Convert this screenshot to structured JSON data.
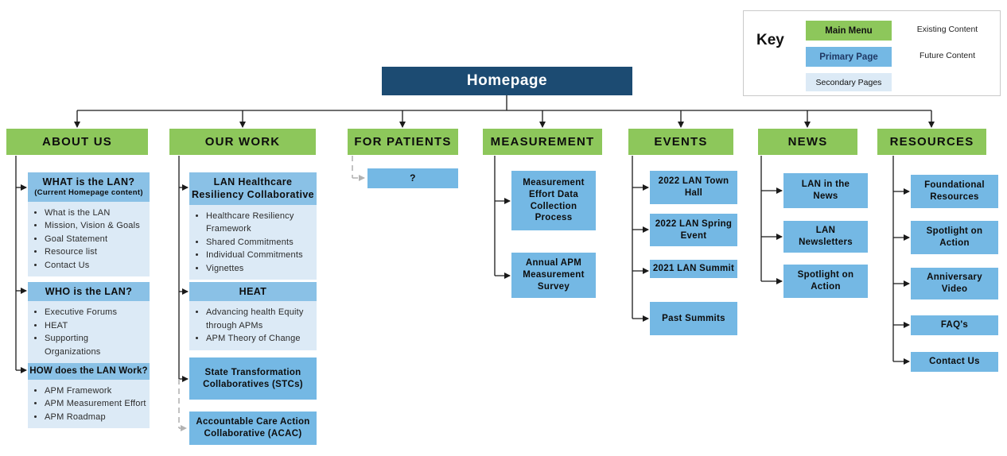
{
  "homepage": {
    "label": "Homepage"
  },
  "key": {
    "title": "Key",
    "swatches": [
      {
        "label": "Main Menu"
      },
      {
        "label": "Primary Page"
      },
      {
        "label": "Secondary Pages"
      }
    ],
    "legend": [
      {
        "label": "Existing Content"
      },
      {
        "label": "Future Content"
      }
    ]
  },
  "columns": [
    {
      "label": "ABOUT US",
      "sections": [
        {
          "title": "WHAT is the LAN?",
          "subtitle": "(Current Homepage content)",
          "bullets": [
            "What is the LAN",
            "Mission, Vision & Goals",
            "Goal Statement",
            "Resource list",
            "Contact Us"
          ]
        },
        {
          "title": "WHO is the LAN?",
          "bullets": [
            "Executive Forums",
            "HEAT",
            "Supporting Organizations"
          ]
        },
        {
          "title": "HOW does the LAN Work?",
          "bullets": [
            "APM Framework",
            "APM Measurement  Effort",
            "APM Roadmap"
          ]
        }
      ]
    },
    {
      "label": "OUR WORK",
      "sections": [
        {
          "title": "LAN Healthcare Resiliency Collaborative",
          "bullets": [
            "Healthcare Resiliency Framework",
            "Shared Commitments",
            "Individual Commitments",
            "Vignettes"
          ]
        },
        {
          "title": "HEAT",
          "bullets": [
            "Advancing health Equity through APMs",
            "APM Theory of Change"
          ]
        }
      ],
      "pages": [
        {
          "label": "State Transformation Collaboratives (STCs)"
        },
        {
          "label": "Accountable Care Action Collaborative (ACAC)"
        }
      ]
    },
    {
      "label": "FOR PATIENTS",
      "pages": [
        {
          "label": "?"
        }
      ]
    },
    {
      "label": "MEASUREMENT",
      "pages": [
        {
          "label": "Measurement Effort  Data Collection Process"
        },
        {
          "label": "Annual APM Measurement Survey"
        }
      ]
    },
    {
      "label": "EVENTS",
      "pages": [
        {
          "label": "2022 LAN Town Hall"
        },
        {
          "label": "2022 LAN Spring Event"
        },
        {
          "label": "2021 LAN Summit"
        },
        {
          "label": "Past Summits"
        }
      ]
    },
    {
      "label": "NEWS",
      "pages": [
        {
          "label": "LAN in the News"
        },
        {
          "label": "LAN Newsletters"
        },
        {
          "label": "Spotlight on Action"
        }
      ]
    },
    {
      "label": "RESOURCES",
      "pages": [
        {
          "label": "Foundational Resources"
        },
        {
          "label": "Spotlight on Action"
        },
        {
          "label": "Anniversary Video"
        },
        {
          "label": "FAQ's"
        },
        {
          "label": "Contact Us"
        }
      ]
    }
  ],
  "colors": {
    "main_menu_green": "#8DC75B",
    "primary_page_blue": "#74B8E4",
    "section_header_blue": "#8AC1E6",
    "secondary_page_blue": "#DCEAF6",
    "homepage_navy": "#1C4B72",
    "existing_content_black": "#1A1A1A",
    "future_content_gray": "#B3B3B3"
  }
}
